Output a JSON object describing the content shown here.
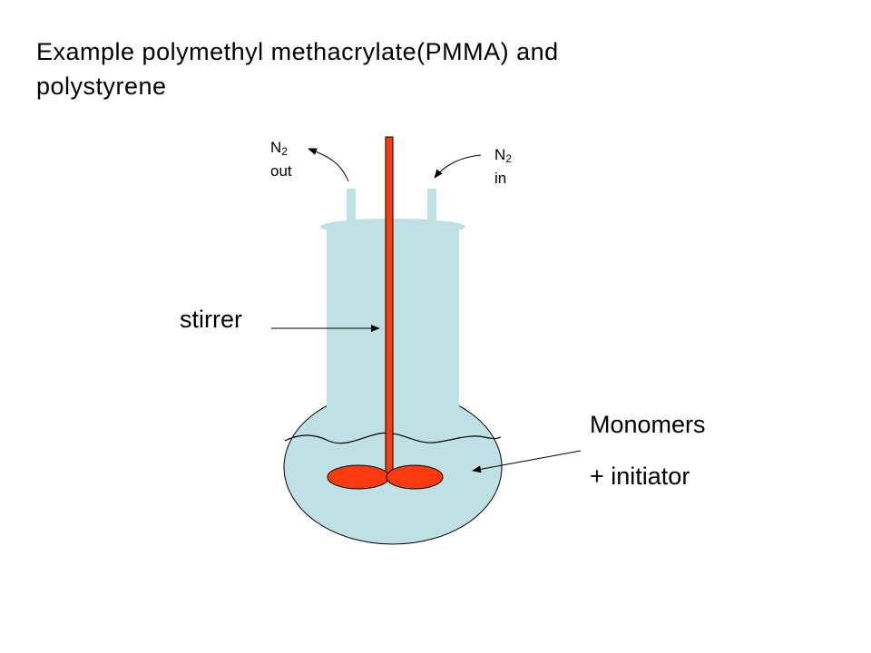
{
  "slide": {
    "title_line1": "Example polymethyl methacrylate(PMMA) and",
    "title_line2": "polystyrene"
  },
  "labels": {
    "n2_out": {
      "formula_base": "N",
      "formula_subscript": "2",
      "direction": "out"
    },
    "n2_in": {
      "formula_base": "N",
      "formula_subscript": "2",
      "direction": "in"
    },
    "stirrer": "stirrer",
    "monomers_line1": "Monomers",
    "monomers_line2": "+ initiator"
  },
  "colors": {
    "vessel_fill": "#bfe1e3",
    "stirrer_fill": "#ff3a10",
    "outline": "#000000"
  },
  "icons": {
    "arrow": "arrow-icon"
  }
}
